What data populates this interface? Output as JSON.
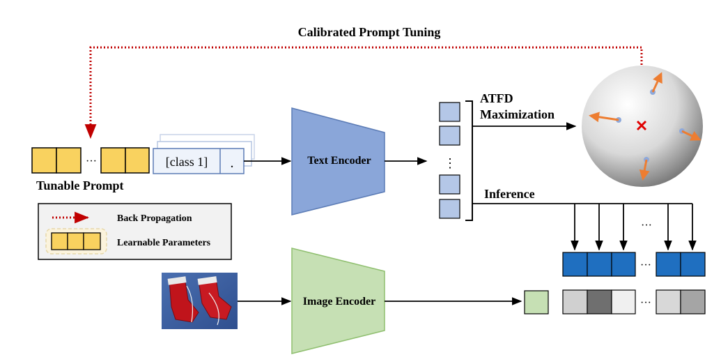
{
  "title": "Calibrated Prompt Tuning",
  "prompt": {
    "label": "Tunable Prompt",
    "ellipsis": "···"
  },
  "class_token": {
    "text": "[class 1]",
    "dot": "."
  },
  "text_encoder": {
    "label": "Text Encoder"
  },
  "image_encoder": {
    "label": "Image Encoder"
  },
  "text_features": {
    "ellipsis": "⋮"
  },
  "atfd": {
    "line1": "ATFD",
    "line2": "Maximization"
  },
  "inference": {
    "label": "Inference",
    "ellipsis": "···"
  },
  "legend": {
    "back_propagation": "Back Propagation",
    "learnable_parameters": "Learnable Parameters"
  },
  "class_embeddings": {
    "ellipsis": "···"
  },
  "similarity_scores": {
    "ellipsis": "···"
  },
  "colors": {
    "learnable_yellow": "#f9d25f",
    "text_encoder_blue": "#8aa6d9",
    "image_encoder_green": "#c6e0b4",
    "feature_blue": "#b4c7e7",
    "embedding_blue": "#1f6fc0",
    "back_prop_red": "#c00000",
    "arrow_orange": "#ed7d31",
    "cross_red": "#e00000",
    "sphere_point": "#8ea9db"
  },
  "score_grays": [
    "#d0d0d0",
    "#6f6f6f",
    "#f0f0f0",
    "#d8d8d8",
    "#a5a5a5"
  ],
  "icons": [
    "knitted-socks-photo",
    "hypersphere-icon",
    "center-cross-icon"
  ]
}
